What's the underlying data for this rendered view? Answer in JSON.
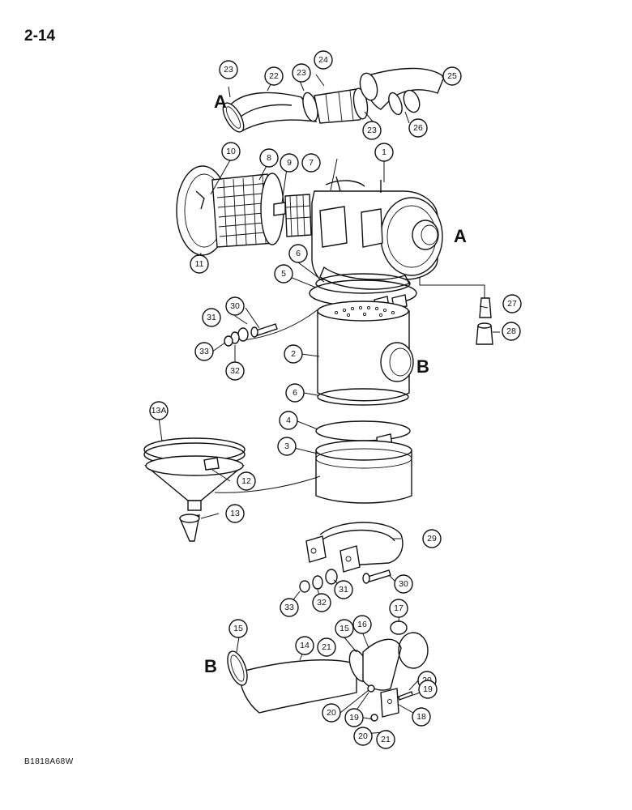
{
  "page": {
    "number": "2-14",
    "figure_code": "B1818A68W"
  },
  "refs": {
    "a_top": "A",
    "a_right": "A",
    "b_right": "B",
    "b_bottom": "B"
  },
  "callouts": {
    "c1": "1",
    "c2": "2",
    "c3": "3",
    "c4": "4",
    "c5": "5",
    "c6a": "6",
    "c6b": "6",
    "c7": "7",
    "c8": "8",
    "c9": "9",
    "c10": "10",
    "c11": "11",
    "c12": "12",
    "c13": "13",
    "c13a": "13A",
    "c14": "14",
    "c15a": "15",
    "c15b": "15",
    "c16": "16",
    "c17": "17",
    "c18": "18",
    "c19a": "19",
    "c19b": "19",
    "c20a": "20",
    "c20b": "20",
    "c20c": "20",
    "c21a": "21",
    "c21b": "21",
    "c22": "22",
    "c23a": "23",
    "c23b": "23",
    "c23c": "23",
    "c24": "24",
    "c25": "25",
    "c26": "26",
    "c27": "27",
    "c28": "28",
    "c29": "29",
    "c30a": "30",
    "c30b": "30",
    "c31a": "31",
    "c31b": "31",
    "c32a": "32",
    "c32b": "32",
    "c33a": "33",
    "c33b": "33"
  }
}
